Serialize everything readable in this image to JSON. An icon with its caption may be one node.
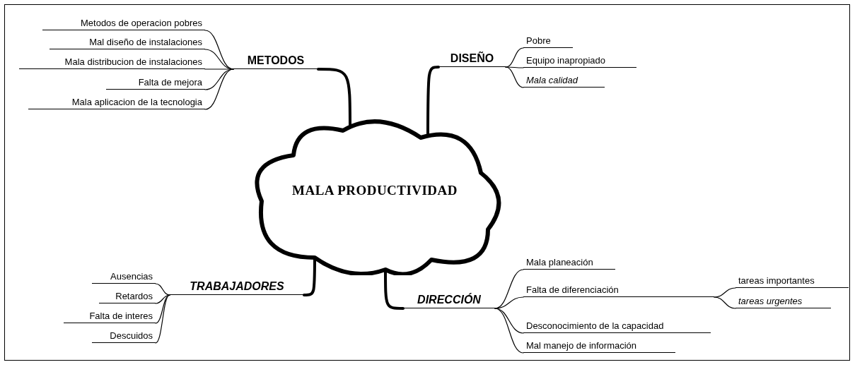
{
  "diagram": {
    "nodes": [
      {
        "text": [
          "MALA PRODUCTIVIDAD"
        ]
      },
      {
        "text": [
          "METODOS"
        ]
      },
      {
        "text": [
          "Metodos de operacion pobres"
        ]
      },
      {
        "text": [
          "Mal diseño de instalaciones"
        ]
      },
      {
        "text": [
          "Mala distribucion de instalaciones"
        ]
      },
      {
        "text": [
          "Falta de mejora"
        ]
      },
      {
        "text": [
          "Mala aplicacion de la tecnologia"
        ]
      },
      {
        "text": [
          "DISEÑO"
        ]
      },
      {
        "text": [
          "Pobre"
        ]
      },
      {
        "text": [
          "Equipo inapropiado"
        ]
      },
      {
        "text": [
          "Mala calidad"
        ]
      },
      {
        "text": [
          "TRABAJADORES"
        ]
      },
      {
        "text": [
          "Ausencias"
        ]
      },
      {
        "text": [
          "Retardos"
        ]
      },
      {
        "text": [
          "Falta de interes"
        ]
      },
      {
        "text": [
          "Descuidos"
        ]
      },
      {
        "text": [
          "DIRECCIÓN"
        ]
      },
      {
        "text": [
          "Mala planeación"
        ]
      },
      {
        "text": [
          "Falta de diferenciación"
        ]
      },
      {
        "text": [
          "tareas importantes"
        ]
      },
      {
        "text": [
          "tareas urgentes"
        ]
      },
      {
        "text": [
          "Desconocimiento de la capacidad"
        ]
      },
      {
        "text": [
          "Mal manejo de información"
        ]
      }
    ],
    "edges": [
      {
        "from": 0,
        "to": 1,
        "arrow": "none",
        "style": "thick"
      },
      {
        "from": 1,
        "to": 2,
        "arrow": "none"
      },
      {
        "from": 1,
        "to": 3,
        "arrow": "none"
      },
      {
        "from": 1,
        "to": 4,
        "arrow": "none"
      },
      {
        "from": 1,
        "to": 5,
        "arrow": "none"
      },
      {
        "from": 1,
        "to": 6,
        "arrow": "none"
      },
      {
        "from": 0,
        "to": 7,
        "arrow": "none",
        "style": "thick"
      },
      {
        "from": 7,
        "to": 8,
        "arrow": "none"
      },
      {
        "from": 7,
        "to": 9,
        "arrow": "none"
      },
      {
        "from": 7,
        "to": 10,
        "arrow": "none"
      },
      {
        "from": 0,
        "to": 11,
        "arrow": "none",
        "style": "thick"
      },
      {
        "from": 11,
        "to": 12,
        "arrow": "none"
      },
      {
        "from": 11,
        "to": 13,
        "arrow": "none"
      },
      {
        "from": 11,
        "to": 14,
        "arrow": "none"
      },
      {
        "from": 11,
        "to": 15,
        "arrow": "none"
      },
      {
        "from": 0,
        "to": 16,
        "arrow": "none",
        "style": "thick"
      },
      {
        "from": 16,
        "to": 17,
        "arrow": "none"
      },
      {
        "from": 16,
        "to": 18,
        "arrow": "none"
      },
      {
        "from": 18,
        "to": 19,
        "arrow": "none"
      },
      {
        "from": 18,
        "to": 20,
        "arrow": "none"
      },
      {
        "from": 16,
        "to": 21,
        "arrow": "none"
      },
      {
        "from": 16,
        "to": 22,
        "arrow": "none"
      }
    ]
  }
}
